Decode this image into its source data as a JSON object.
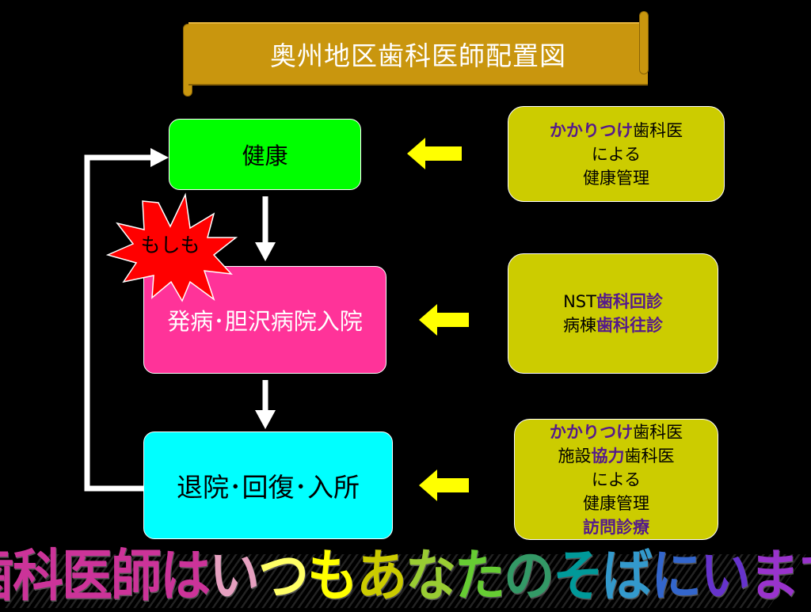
{
  "title": "奥州地区歯科医師配置図",
  "flow": {
    "health": "健康",
    "onset": "発病･胆沢病院入院",
    "discharge": "退院･回復･入所",
    "burst": "もしも"
  },
  "info_boxes": [
    {
      "lines": [
        [
          {
            "t": "かかりつけ",
            "hl": true
          },
          {
            "t": "歯科医",
            "hl": false
          }
        ],
        [
          {
            "t": "による",
            "hl": false
          }
        ],
        [
          {
            "t": "健康管理",
            "hl": false
          }
        ]
      ]
    },
    {
      "lines": [
        [
          {
            "t": "NST",
            "hl": false
          },
          {
            "t": "歯科回診",
            "hl": true
          }
        ],
        [
          {
            "t": "病棟",
            "hl": false
          },
          {
            "t": "歯科往診",
            "hl": true
          }
        ]
      ]
    },
    {
      "lines": [
        [
          {
            "t": "かかりつけ",
            "hl": true
          },
          {
            "t": "歯科医",
            "hl": false
          }
        ],
        [
          {
            "t": "施設",
            "hl": false
          },
          {
            "t": "協力",
            "hl": true
          },
          {
            "t": "歯科医",
            "hl": false
          }
        ],
        [
          {
            "t": "による",
            "hl": false
          }
        ],
        [
          {
            "t": "健康管理",
            "hl": false
          }
        ],
        [
          {
            "t": "訪問診療",
            "hl": true
          }
        ]
      ]
    }
  ],
  "slogan": {
    "text": "歯科医師はいつもあなたのそばにいます",
    "colors": [
      "#CC3399",
      "#CC3399",
      "#CC3399",
      "#CC3399",
      "#CC3399",
      "#E6A0C0",
      "#FFFF66",
      "#FFFF00",
      "#CCCC00",
      "#99CC33",
      "#66CC33",
      "#339966",
      "#009999",
      "#3399CC",
      "#3366CC",
      "#6633CC",
      "#9933CC",
      "#9933CC"
    ]
  },
  "colors": {
    "background": "#000000",
    "title_banner": "#C9960E",
    "health_box": "#00FF00",
    "onset_box": "#FF3399",
    "discharge_box": "#00FFFF",
    "info_box": "#CCCC00",
    "highlight_text": "#551A8B",
    "arrow_yellow": "#FFFF00",
    "arrow_white": "#FFFFFF",
    "burst_fill": "#FF0000"
  }
}
